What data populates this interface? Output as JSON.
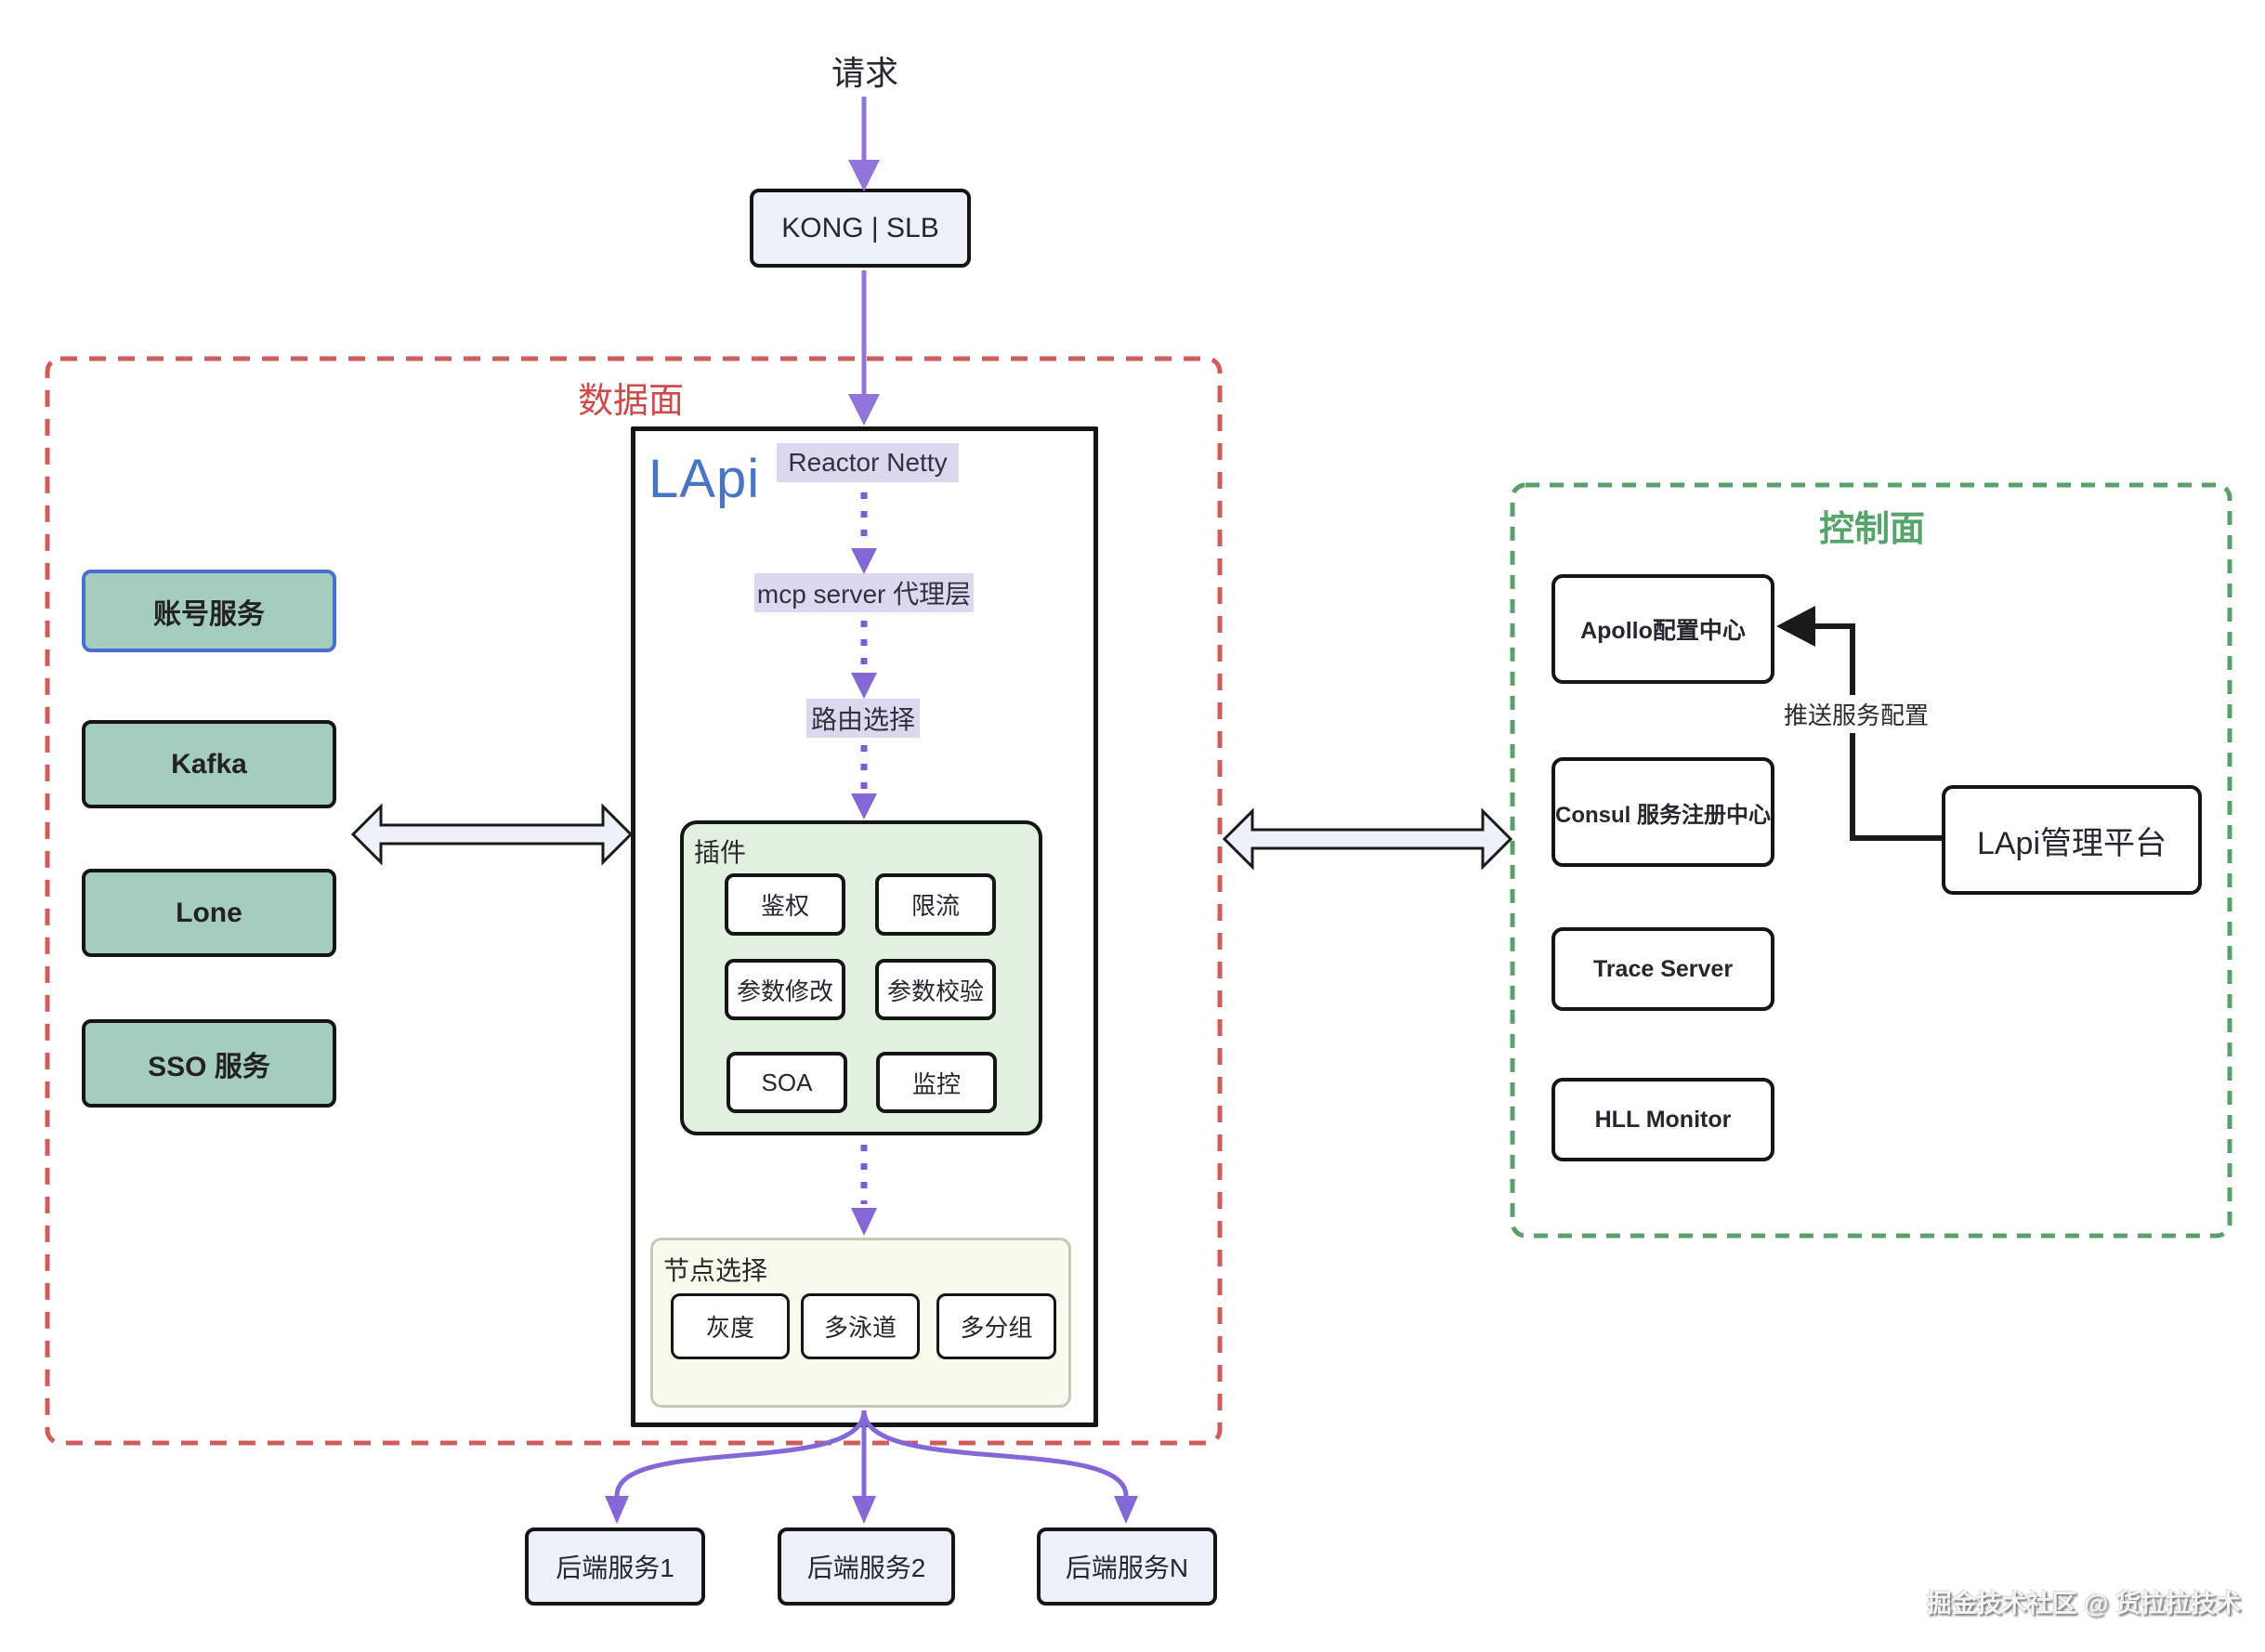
{
  "request_label": "请求",
  "gateway": {
    "label": "KONG | SLB"
  },
  "data_plane": {
    "title": "数据面",
    "services": [
      "账号服务",
      "Kafka",
      "Lone",
      "SSO 服务"
    ],
    "lapi": {
      "title": "LApi",
      "stages": [
        "Reactor Netty",
        "mcp server 代理层",
        "路由选择"
      ],
      "plugins": {
        "title": "插件",
        "items": [
          "鉴权",
          "限流",
          "参数修改",
          "参数校验",
          "SOA",
          "监控"
        ]
      },
      "node_selection": {
        "title": "节点选择",
        "items": [
          "灰度",
          "多泳道",
          "多分组"
        ]
      }
    }
  },
  "control_plane": {
    "title": "控制面",
    "services": [
      "Apollo配置中心",
      "Consul 服务注册中心",
      "Trace Server",
      "HLL Monitor"
    ],
    "management_platform": "LApi管理平台",
    "push_config_label": "推送服务配置"
  },
  "backends": [
    "后端服务1",
    "后端服务2",
    "后端服务N"
  ],
  "watermark": "掘金技术社区 @ 货拉拉技术",
  "colors": {
    "arrow_purple": "#8c6fd6",
    "dotted_purple": "#7b5cd6",
    "data_plane_border": "#d05c5c",
    "control_plane_border": "#5aa06b",
    "service_fill": "#a5cdbf",
    "account_border": "#4a6fd4",
    "plugin_fill": "#e0f2de",
    "node_fill": "#f8faec",
    "highlight_fill": "#dcd8f0",
    "gateway_fill": "#edf0f8",
    "lapi_title": "#4a75c5",
    "black_line": "#1a1a1a"
  }
}
